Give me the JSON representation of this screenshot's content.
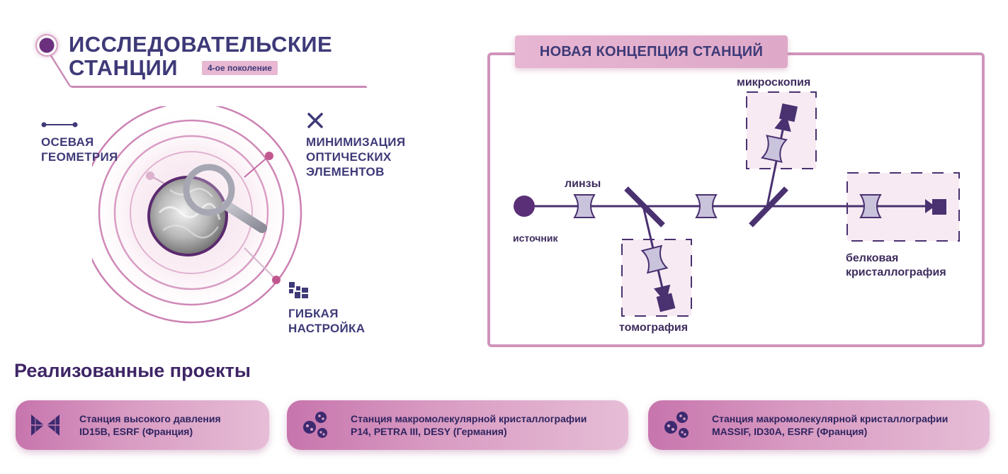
{
  "header": {
    "title_line1": "ИССЛЕДОВАТЕЛЬСКИЕ",
    "title_line2": "СТАНЦИИ",
    "badge": "4-ое поколение"
  },
  "features": {
    "axial": [
      "ОСЕВАЯ",
      "ГЕОМЕТРИЯ"
    ],
    "minimization": [
      "МИНИМИЗАЦИЯ",
      "ОПТИЧЕСКИХ",
      "ЭЛЕМЕНТОВ"
    ],
    "flexible": [
      "ГИБКАЯ",
      "НАСТРОЙКА"
    ]
  },
  "concept": {
    "title": "НОВАЯ КОНЦЕПЦИЯ СТАНЦИЙ",
    "labels": {
      "source": "источник",
      "lenses": "линзы",
      "microscopy": "микроскопия",
      "tomography": "томография",
      "protein_line1": "белковая",
      "protein_line2": "кристаллография"
    }
  },
  "projects": {
    "title": "Реализованные проекты",
    "items": [
      {
        "line1": "Станция высокого давления",
        "line2": "ID15B, ESRF (Франция)",
        "icon": "diamond-anvil-icon"
      },
      {
        "line1": "Станция макромолекулярной кристаллографии",
        "line2": "P14, PETRA III, DESY (Германия)",
        "icon": "molecules-icon"
      },
      {
        "line1": "Станция макромолекулярной кристаллографии",
        "line2": "MASSIF, ID30A, ESRF (Франция)",
        "icon": "molecules-icon"
      }
    ]
  },
  "colors": {
    "primary": "#3e3a78",
    "accent": "#cf94bb",
    "beam": "#4a3170",
    "lens": "#c9c3dc"
  }
}
